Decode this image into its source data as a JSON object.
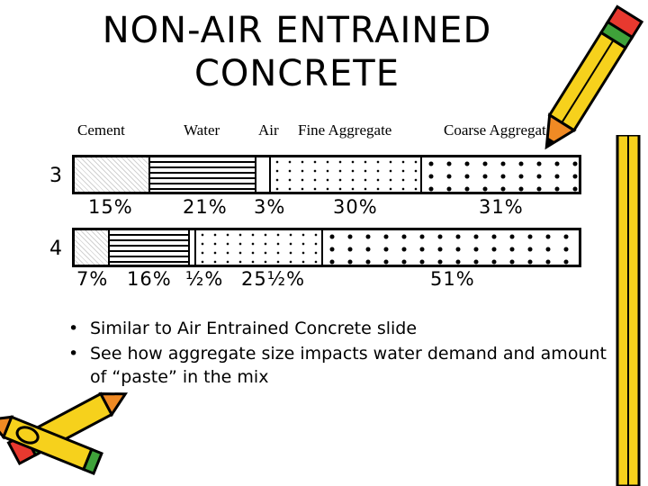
{
  "title_line1": "NON-AIR ENTRAINED",
  "title_line2": "CONCRETE",
  "headers": {
    "cement": "Cement",
    "water": "Water",
    "air": "Air",
    "fine": "Fine Aggregate",
    "coarse": "Coarse Aggregate"
  },
  "rows": [
    {
      "label": "3",
      "percents": [
        "15%",
        "21%",
        "3%",
        "30%",
        "31%"
      ],
      "fractions": [
        0.15,
        0.21,
        0.03,
        0.3,
        0.31
      ]
    },
    {
      "label": "4",
      "percents": [
        "7%",
        "16%",
        "½%",
        "25½%",
        "51%"
      ],
      "fractions": [
        0.07,
        0.16,
        0.005,
        0.255,
        0.51
      ]
    }
  ],
  "bullets": [
    "Similar to Air Entrained Concrete slide",
    "See how aggregate size impacts water demand and amount of “paste” in the mix"
  ],
  "icons": [
    "pencil-icon",
    "pencils-icon"
  ],
  "colors": {
    "pencil_body": "#f6d11c",
    "pencil_tip": "#f08a24",
    "eraser": "#e8392f",
    "ferrule": "#3fa23a"
  }
}
